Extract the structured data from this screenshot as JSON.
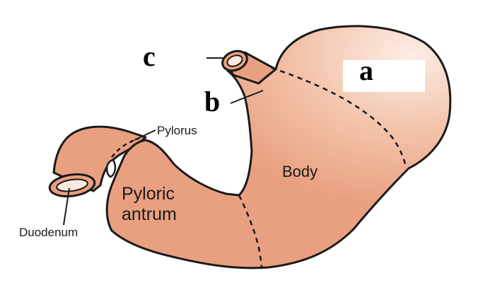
{
  "labels": {
    "pylorus": "Pylorus",
    "body": "Body",
    "pyloric_antrum_line1": "Pyloric",
    "pyloric_antrum_line2": "antrum",
    "duodenum": "Duodenum",
    "a": "a",
    "b": "b",
    "c": "c"
  },
  "colors": {
    "organ_fill": "#E9A080",
    "organ_highlight": "#FCEDE6",
    "outline": "#1a1a1a",
    "lumen": "#FBE9E0"
  }
}
